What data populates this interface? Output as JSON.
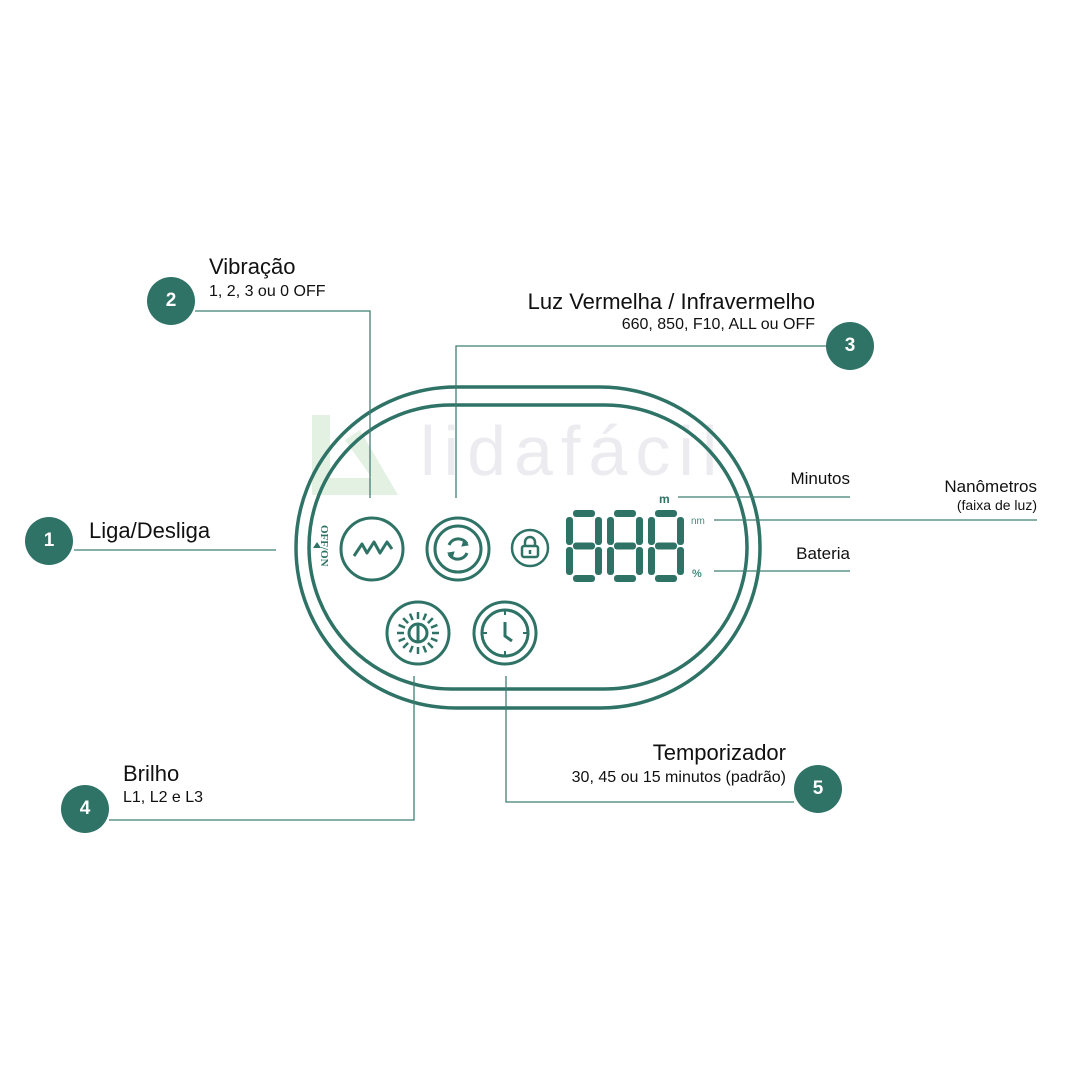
{
  "watermark": "lidafácil",
  "colors": {
    "accent": "#2e7366",
    "line": "#3f7f73",
    "watermark": "#e6e6ea"
  },
  "device": {
    "power_label": "OFF/ON",
    "display_value": "888",
    "unit_minutes": "m",
    "unit_nm": "nm",
    "unit_percent": "%"
  },
  "callouts": [
    {
      "number": "1",
      "title": "Liga/Desliga"
    },
    {
      "number": "2",
      "title": "Vibração",
      "subtitle": "1, 2, 3 ou 0 OFF"
    },
    {
      "number": "3",
      "title": "Luz Vermelha / Infravermelho",
      "subtitle": "660, 850, F10, ALL ou OFF"
    },
    {
      "number": "4",
      "title": "Brilho",
      "subtitle": "L1, L2 e L3"
    },
    {
      "number": "5",
      "title": "Temporizador",
      "subtitle": "30, 45 ou 15 minutos (padrão)"
    }
  ],
  "display_labels": {
    "minutes": "Minutos",
    "nanometers": "Nanômetros",
    "nanometers_sub": "(faixa de luz)",
    "battery": "Bateria"
  }
}
